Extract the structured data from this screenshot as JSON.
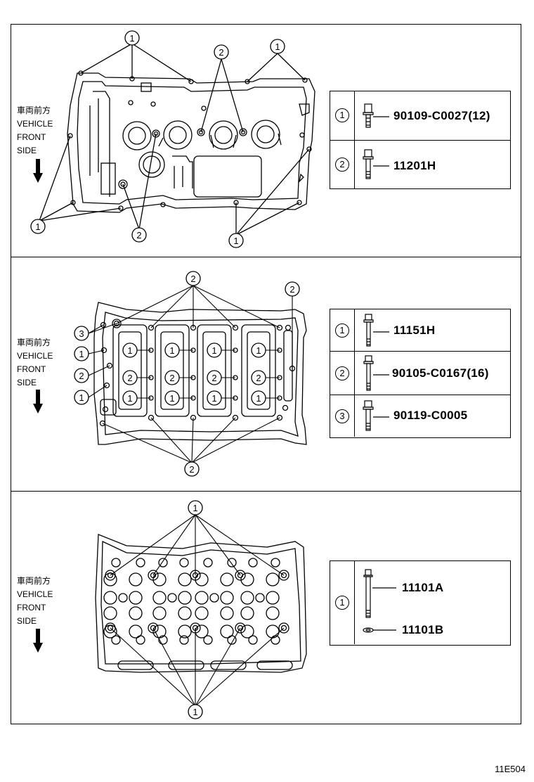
{
  "direction_label": {
    "jp": "車両前方",
    "line1": "VEHICLE",
    "line2": "FRONT",
    "line3": "SIDE"
  },
  "sections": [
    {
      "name": "cam-housing-cover",
      "callouts": [
        "1",
        "2",
        "1",
        "1",
        "2",
        "1"
      ],
      "table": [
        {
          "num": "1",
          "part": "90109-C0027(12)"
        },
        {
          "num": "2",
          "part": "11201H"
        }
      ]
    },
    {
      "name": "camshaft-housing",
      "callouts": [
        "2",
        "2",
        "3",
        "1",
        "2",
        "1",
        "2"
      ],
      "grid_labels": [
        "1",
        "2",
        "1"
      ],
      "table": [
        {
          "num": "1",
          "part": "11151H"
        },
        {
          "num": "2",
          "part": "90105-C0167(16)"
        },
        {
          "num": "3",
          "part": "90119-C0005"
        }
      ]
    },
    {
      "name": "cylinder-head",
      "callouts": [
        "1",
        "1"
      ],
      "table": [
        {
          "num": "1",
          "part_a": "11101A",
          "part_b": "11101B"
        }
      ]
    }
  ],
  "footer_code": "11E504"
}
